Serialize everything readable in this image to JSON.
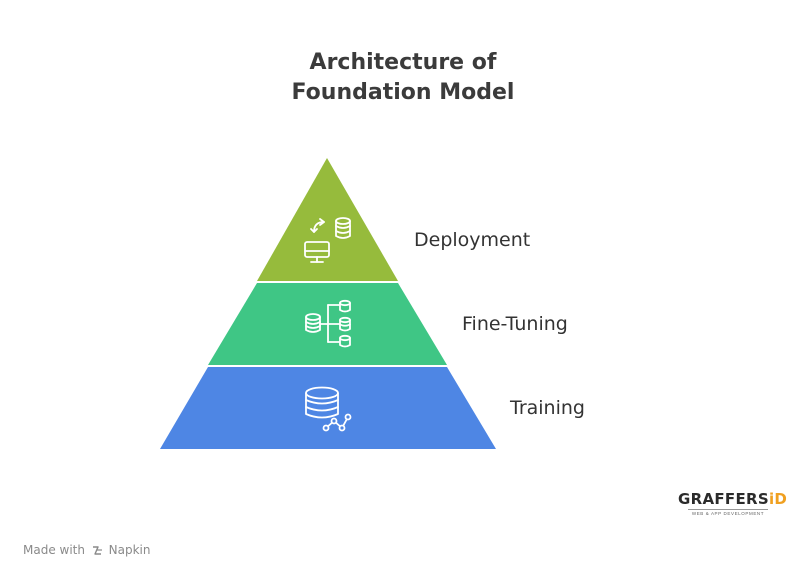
{
  "title": {
    "line1": "Architecture of",
    "line2": "Foundation Model"
  },
  "layers": [
    {
      "label": "Deployment",
      "color": "#96bb3c",
      "icon": "sync-database-monitor-icon"
    },
    {
      "label": "Fine-Tuning",
      "color": "#3fc685",
      "icon": "database-hierarchy-icon"
    },
    {
      "label": "Training",
      "color": "#4e86e4",
      "icon": "database-network-icon"
    }
  ],
  "footer": {
    "made_with": "Made with",
    "napkin": "Napkin"
  },
  "brand": {
    "name_main": "GRAFFERS",
    "name_accent": "iD",
    "tagline": "WEB & APP DEVELOPMENT"
  }
}
